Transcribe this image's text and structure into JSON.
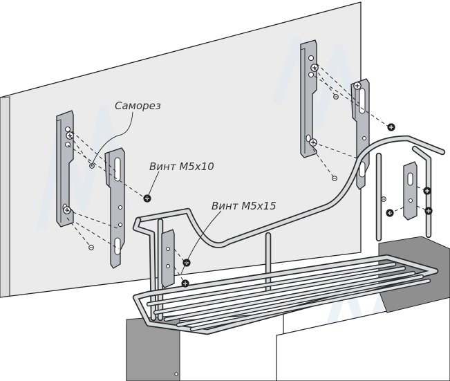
{
  "labels": {
    "self_tapping_screw": "Саморез",
    "screw_m5x10": "Винт М5х10",
    "screw_m5x15": "Винт М5х15"
  },
  "colors": {
    "panel": "#ececec",
    "bracket": "#b9bdc1",
    "wire": "#2a2a2a",
    "wire_highlight": "#d9dde0",
    "watermark": "#dfe7ee"
  },
  "icons": {
    "screw": "screw-icon",
    "bracket": "mounting-bracket"
  }
}
